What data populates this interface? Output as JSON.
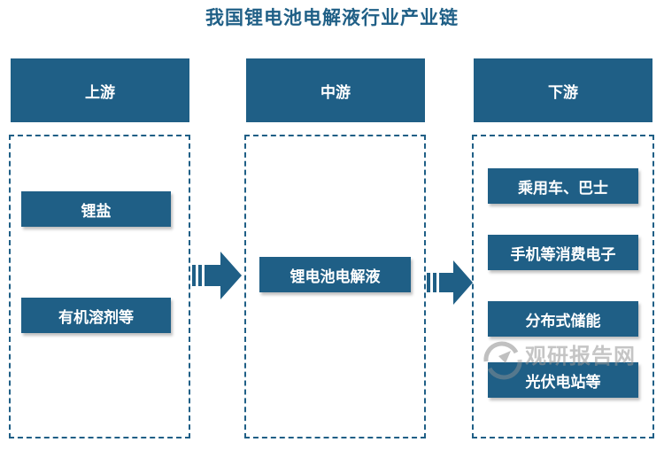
{
  "title": "我国锂电池电解液行业产业链",
  "columns": {
    "upstream": {
      "label": "上游",
      "items": [
        "锂盐",
        "有机溶剂等"
      ]
    },
    "midstream": {
      "label": "中游",
      "items": [
        "锂电池电解液"
      ]
    },
    "downstream": {
      "label": "下游",
      "items": [
        "乘用车、巴士",
        "手机等消费电子",
        "分布式储能",
        "光伏电站等"
      ]
    }
  },
  "watermark": {
    "text": "观研报告网"
  },
  "colors": {
    "primary": "#1f5f86",
    "watermark": "#9a9a9a"
  }
}
